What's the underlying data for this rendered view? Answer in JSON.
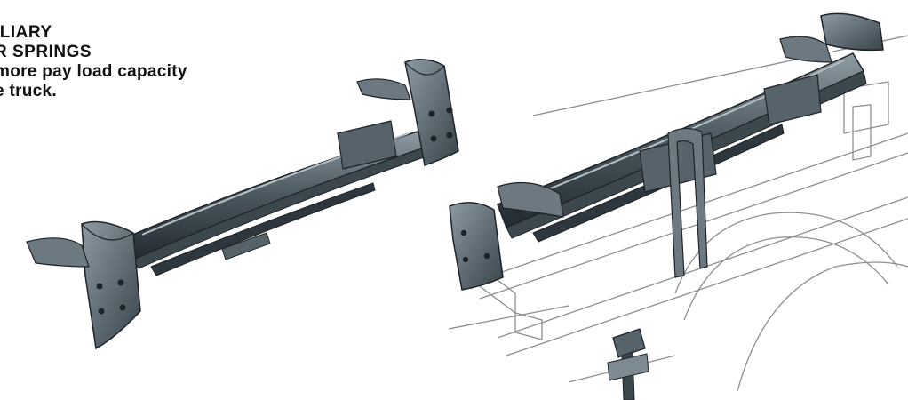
{
  "caption": {
    "line1": "ILIARY",
    "line2": "R SPRINGS",
    "line3": "more pay load capacity",
    "line4": "e truck."
  },
  "colors": {
    "steel": "#3f4a52",
    "steel_light": "#7d8a92",
    "steel_dark": "#20282e",
    "bracket": "#5b6870",
    "frame_line": "#8a8f92"
  }
}
